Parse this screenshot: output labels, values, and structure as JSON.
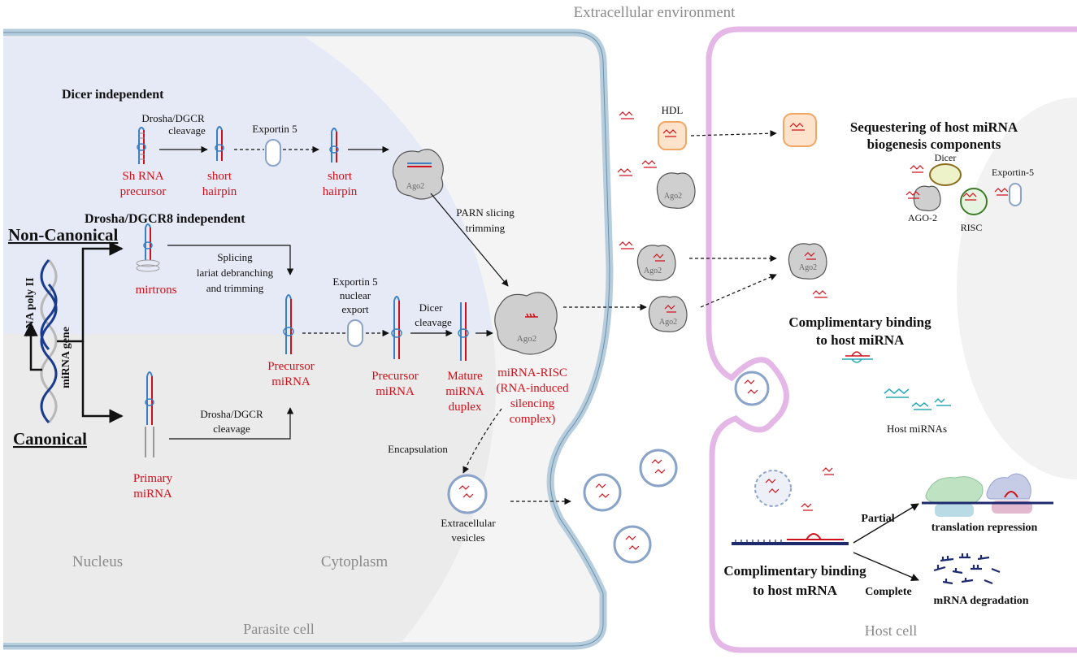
{
  "labels": {
    "extracellular": "Extracellular environment",
    "parasite_cell": "Parasite cell",
    "host_cell": "Host cell",
    "nucleus": "Nucleus",
    "cytoplasm": "Cytoplasm",
    "dicer_independent": "Dicer independent",
    "drosha_dgcr8_independent": "Drosha/DGCR8 independent",
    "non_canonical": "Non-Canonical",
    "canonical": "Canonical",
    "rna_poly_ii": "RNA poly II",
    "mirna_gene": "miRNA gene",
    "drosha_cleavage_top_1": "Drosha/DGCR",
    "drosha_cleavage_top_2": "cleavage",
    "exportin5_top": "Exportin 5",
    "sh_rna_1": "Sh RNA",
    "sh_rna_2": "precursor",
    "short_hairpin_a_1": "short",
    "short_hairpin_a_2": "hairpin",
    "short_hairpin_b_1": "short",
    "short_hairpin_b_2": "hairpin",
    "ago2_a": "Ago2",
    "parn_1": "PARN slicing",
    "parn_2": "trimming",
    "splicing_1": "Splicing",
    "splicing_2": "lariat debranching",
    "splicing_3": "and trimming",
    "mirtrons": "mirtrons",
    "exportin5_mid_1": "Exportin 5",
    "exportin5_mid_2": "nuclear",
    "exportin5_mid_3": "export",
    "precursor_mirna_nuc_1": "Precursor",
    "precursor_mirna_nuc_2": "miRNA",
    "precursor_mirna_cyto_1": "Precursor",
    "precursor_mirna_cyto_2": "miRNA",
    "dicer_cleavage_1": "Dicer",
    "dicer_cleavage_2": "cleavage",
    "mature_1": "Mature",
    "mature_2": "miRNA",
    "mature_3": "duplex",
    "ago2_risc": "Ago2",
    "risc_1": "miRNA-RISC",
    "risc_2": "(RNA-induced",
    "risc_3": "silencing",
    "risc_4": "complex)",
    "drosha_bottom_1": "Drosha/DGCR",
    "drosha_bottom_2": "cleavage",
    "primary_1": "Primary",
    "primary_2": "miRNA",
    "encapsulation": "Encapsulation",
    "ev_1": "Extracellular",
    "ev_2": "vesicles",
    "hdl": "HDL",
    "ago2_ext1": "Ago2",
    "ago2_ext2": "Ago2",
    "ago2_ext3": "Ago2",
    "ago2_host": "Ago2",
    "sequester_1": "Sequestering of  host miRNA",
    "sequester_2": "biogenesis components",
    "dicer": "Dicer",
    "exportin_dash_5": "Exportin-5",
    "ago_dash_2": "AGO-2",
    "risc": "RISC",
    "comp_mirna_1": "Complimentary binding",
    "comp_mirna_2": "to  host miRNA",
    "host_mirnas": "Host miRNAs",
    "partial": "Partial",
    "translation_repression": "translation repression",
    "complete": "Complete",
    "mrna_degradation": "mRNA degradation",
    "comp_mrna_1": "Complimentary binding",
    "comp_mrna_2": "to  host mRNA"
  },
  "colors": {
    "mirna_red": "#d0101a",
    "nucleus_top_fill": "#e6eaf6",
    "nucleus_bottom_fill": "#efefef",
    "parasite_membrane": "#b5cddd",
    "host_membrane": "#e4b7e7",
    "vesicle_blue": "#8aa3c8",
    "hdl_orange": "#f0a766",
    "ago_gray": "#cfcfcf",
    "dna_blue": "#1b3b8f",
    "host_mirna_teal": "#28a9b8",
    "mrna_navy": "#1e2a6e"
  },
  "icons": [
    "ago2-protein-icon",
    "hairpin-rna-icon",
    "exportin-capsule-icon",
    "extracellular-vesicle-icon",
    "hdl-particle-icon",
    "dicer-icon",
    "risc-icon",
    "ribosome-icon",
    "dna-helix-icon"
  ]
}
